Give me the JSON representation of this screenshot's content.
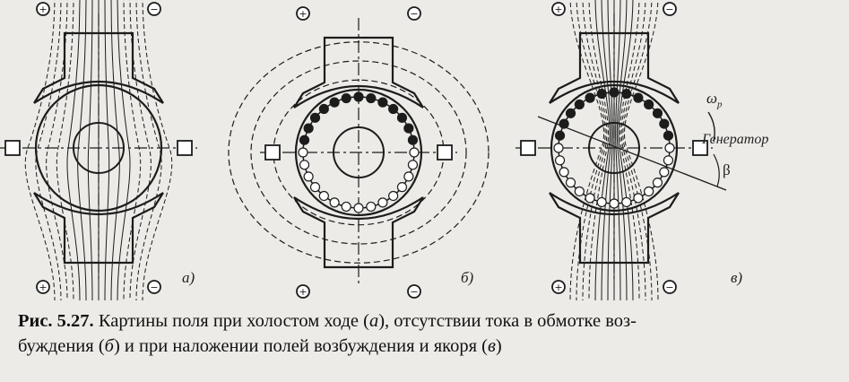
{
  "figure": {
    "panels": [
      {
        "id": "a",
        "label": "а)",
        "state": "no-load field"
      },
      {
        "id": "b",
        "label": "б)",
        "state": "armature field only"
      },
      {
        "id": "c",
        "label": "в)",
        "state": "combined field"
      }
    ],
    "annotations": {
      "generator": "Генератор",
      "omega": "ω",
      "omega_sub": "р",
      "beta": "β"
    }
  },
  "caption": {
    "number": "Рис. 5.27.",
    "line1": "Картины поля при холостом ходе (",
    "a": "а",
    "line1b": "), отсутствии тока в обмотке воз-",
    "line2a": "буждения (",
    "b": "б",
    "line2b": ") и при наложении полей возбуждения и якоря (",
    "c": "в",
    "line2c": ")"
  }
}
